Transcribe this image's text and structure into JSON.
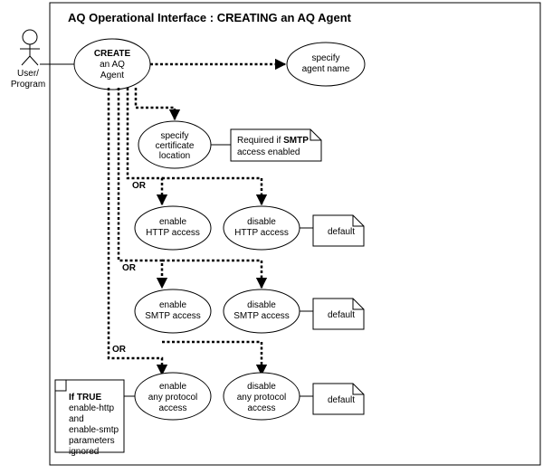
{
  "title": "AQ Operational Interface : CREATING an AQ Agent",
  "actor": {
    "line1": "User/",
    "line2": "Program"
  },
  "create": {
    "line1": "CREATE",
    "line2": "an AQ",
    "line3": "Agent"
  },
  "specify_name": {
    "line1": "specify",
    "line2": "agent name"
  },
  "specify_cert": {
    "line1": "specify",
    "line2": "certificate",
    "line3": "location"
  },
  "cert_note": {
    "line1": "Required if",
    "line1_bold": "SMTP",
    "line2": "access enabled"
  },
  "enable_http": {
    "line1": "enable",
    "line2": "HTTP access"
  },
  "disable_http": {
    "line1": "disable",
    "line2": "HTTP access"
  },
  "enable_smtp": {
    "line1": "enable",
    "line2": "SMTP access"
  },
  "disable_smtp": {
    "line1": "disable",
    "line2": "SMTP access"
  },
  "enable_any": {
    "line1": "enable",
    "line2": "any protocol",
    "line3": "access"
  },
  "disable_any": {
    "line1": "disable",
    "line2": "any protocol",
    "line3": "access"
  },
  "or_label": "OR",
  "default_label": "default",
  "true_note": {
    "line1": "If TRUE",
    "line2": "enable-http",
    "line3": "and",
    "line4": "enable-smtp",
    "line5": "parameters",
    "line6": "ignored"
  }
}
